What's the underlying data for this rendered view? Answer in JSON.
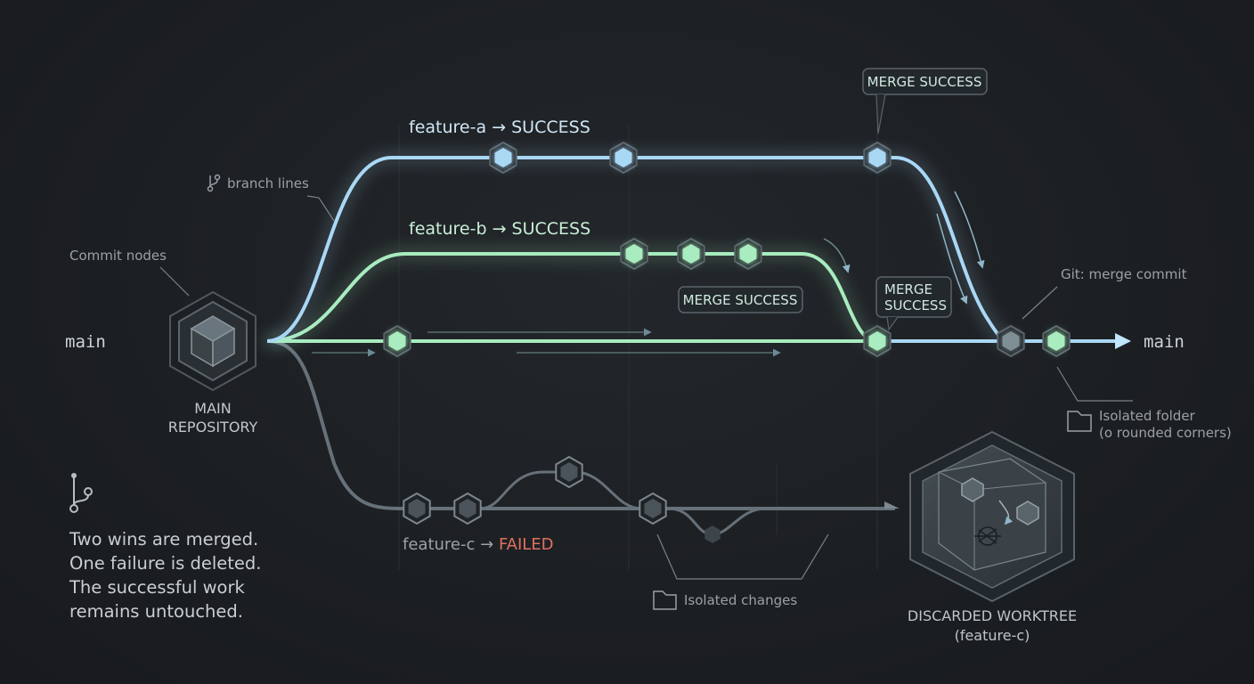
{
  "main": {
    "left_label": "main",
    "right_label": "main",
    "repo_label_line1": "MAIN",
    "repo_label_line2": "REPOSITORY"
  },
  "branches": {
    "feature_a": {
      "name": "feature-a",
      "arrow": "→",
      "status": "SUCCESS",
      "color": "#a9d8f5"
    },
    "feature_b": {
      "name": "feature-b",
      "arrow": "→",
      "status": "SUCCESS",
      "color": "#a8ecbf"
    },
    "feature_c": {
      "name": "feature-c",
      "arrow": "→",
      "status": "FAILED",
      "color": "#e0705f"
    }
  },
  "annotations": {
    "commit_nodes": "Commit nodes",
    "branch_lines": "branch lines",
    "merge_commit": "Git: merge commit",
    "isolated_folder_line1": "Isolated folder",
    "isolated_folder_line2": "(o rounded corners)",
    "isolated_changes": "Isolated changes",
    "discarded_line1": "DISCARDED WORKTREE",
    "discarded_line2": "(feature-c)"
  },
  "callouts": {
    "merge_top": "MERGE SUCCESS",
    "merge_mid": "MERGE SUCCESS",
    "merge_right_line1": "MERGE",
    "merge_right_line2": "SUCCESS"
  },
  "caption": {
    "line1": "Two wins are merged.",
    "line2": "One failure is deleted.",
    "line3": "The successful work",
    "line4": "remains untouched."
  },
  "icons": {
    "branch": "git-branch-icon",
    "folder": "folder-icon",
    "repo": "cube-icon"
  }
}
